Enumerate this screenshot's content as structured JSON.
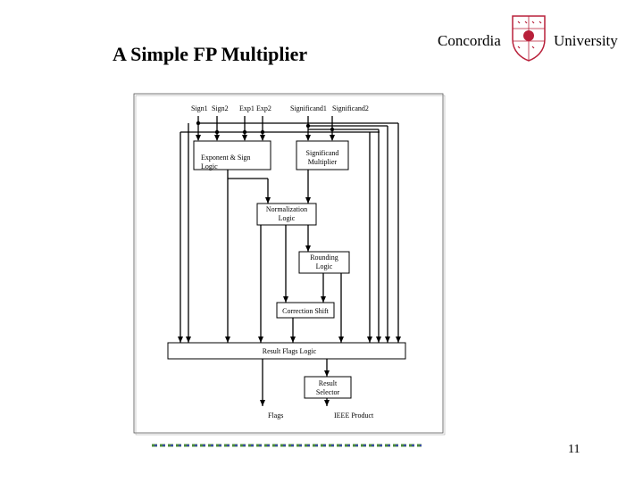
{
  "slide": {
    "title": "A Simple FP Multiplier",
    "logo_left": "Concordia",
    "logo_right": "University",
    "page_number": "11",
    "colors": {
      "crest": "#b8203a",
      "divider_green": "#4a8a3a",
      "divider_blue": "#3a4aa8"
    }
  },
  "diagram": {
    "inputs": [
      "Sign1",
      "Sign2",
      "Exp1",
      "Exp2",
      "Significand1",
      "Significand2"
    ],
    "blocks": {
      "exp_sign": [
        "Exponent & Sign",
        "Logic"
      ],
      "sig_mult": [
        "Significand",
        "Multiplier"
      ],
      "normalization": [
        "Normalization",
        "Logic"
      ],
      "rounding": [
        "Rounding",
        "Logic"
      ],
      "correction": [
        "Correction Shift"
      ],
      "flags_logic": [
        "Result Flags Logic"
      ],
      "selector": [
        "Result",
        "Selector"
      ]
    },
    "outputs": {
      "flags": "Flags",
      "product": "IEEE Product"
    }
  }
}
